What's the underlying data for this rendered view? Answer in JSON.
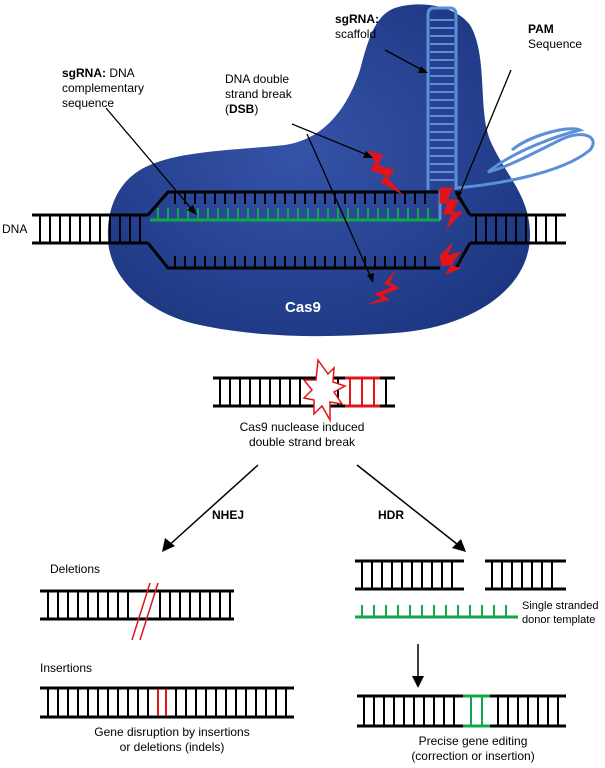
{
  "top": {
    "protein_label": "Cas9",
    "dna_label": "DNA",
    "sgrna_scaffold": {
      "bold": "sgRNA:",
      "rest": "scaffold"
    },
    "pam": {
      "bold": "PAM",
      "rest": "Sequence"
    },
    "sgrna_complementary": {
      "bold": "sgRNA:",
      "line1_rest": " DNA",
      "line2": "complementary",
      "line3": "sequence"
    },
    "dsb": {
      "line1": "DNA double",
      "line2": "strand break",
      "open": "(",
      "bold": "DSB",
      "close": ")"
    }
  },
  "middle": {
    "caption_line1": "Cas9 nuclease induced",
    "caption_line2": "double strand break"
  },
  "pathways": {
    "left": "NHEJ",
    "right": "HDR"
  },
  "left_branch": {
    "deletions_label": "Deletions",
    "insertions_label": "Insertions",
    "caption_line1": "Gene disruption by insertions",
    "caption_line2": "or deletions (indels)"
  },
  "right_branch": {
    "template_line1": "Single stranded",
    "template_line2": "donor template",
    "caption_line1": "Precise gene editing",
    "caption_line2": "(correction or insertion)"
  },
  "colors": {
    "cas9": "#233f8c",
    "sgrna_scaffold": "#5b8fd6",
    "guide_green": "#12a64a",
    "cut_red": "#e0141a",
    "dna_black": "#000000"
  }
}
